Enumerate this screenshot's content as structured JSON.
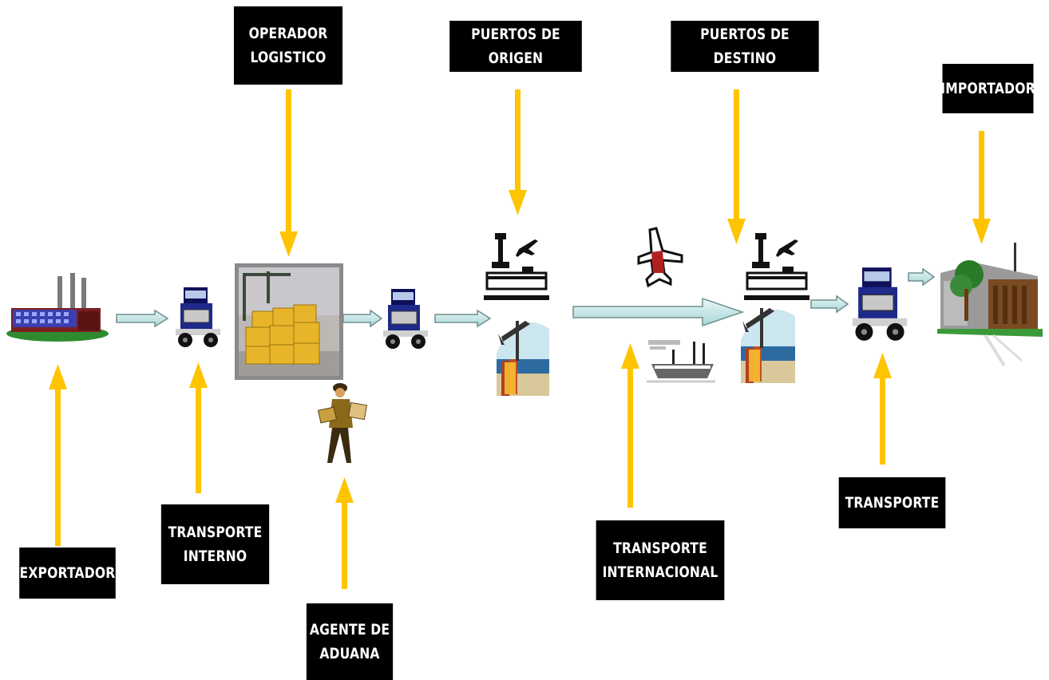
{
  "diagram": {
    "labels": {
      "operador": "OPERADOR\nLOGISTICO",
      "puertos_origen": "PUERTOS DE ORIGEN",
      "puertos_destino": "PUERTOS DE DESTINO",
      "importador": "IMPORTADOR",
      "exportador": "EXPORTADOR",
      "transporte_interno": "TRANSPORTE\nINTERNO",
      "agente_aduana": "AGENTE DE\nADUANA",
      "transporte_internacional": "TRANSPORTE\nINTERNACIONAL",
      "transporte": "TRANSPORTE"
    },
    "colors": {
      "label_bg": "#000000",
      "label_text": "#ffffff",
      "pointer_arrow": "#ffc400",
      "flow_arrow_fill": "#cceeee",
      "flow_arrow_stroke": "#6f8f8f"
    },
    "icons": [
      "factory-icon",
      "truck-icon",
      "container-yard-photo",
      "customs-agent-icon",
      "airport-icon",
      "port-crane-icon",
      "airplane-icon",
      "ship-icon",
      "warehouse-icon"
    ]
  }
}
